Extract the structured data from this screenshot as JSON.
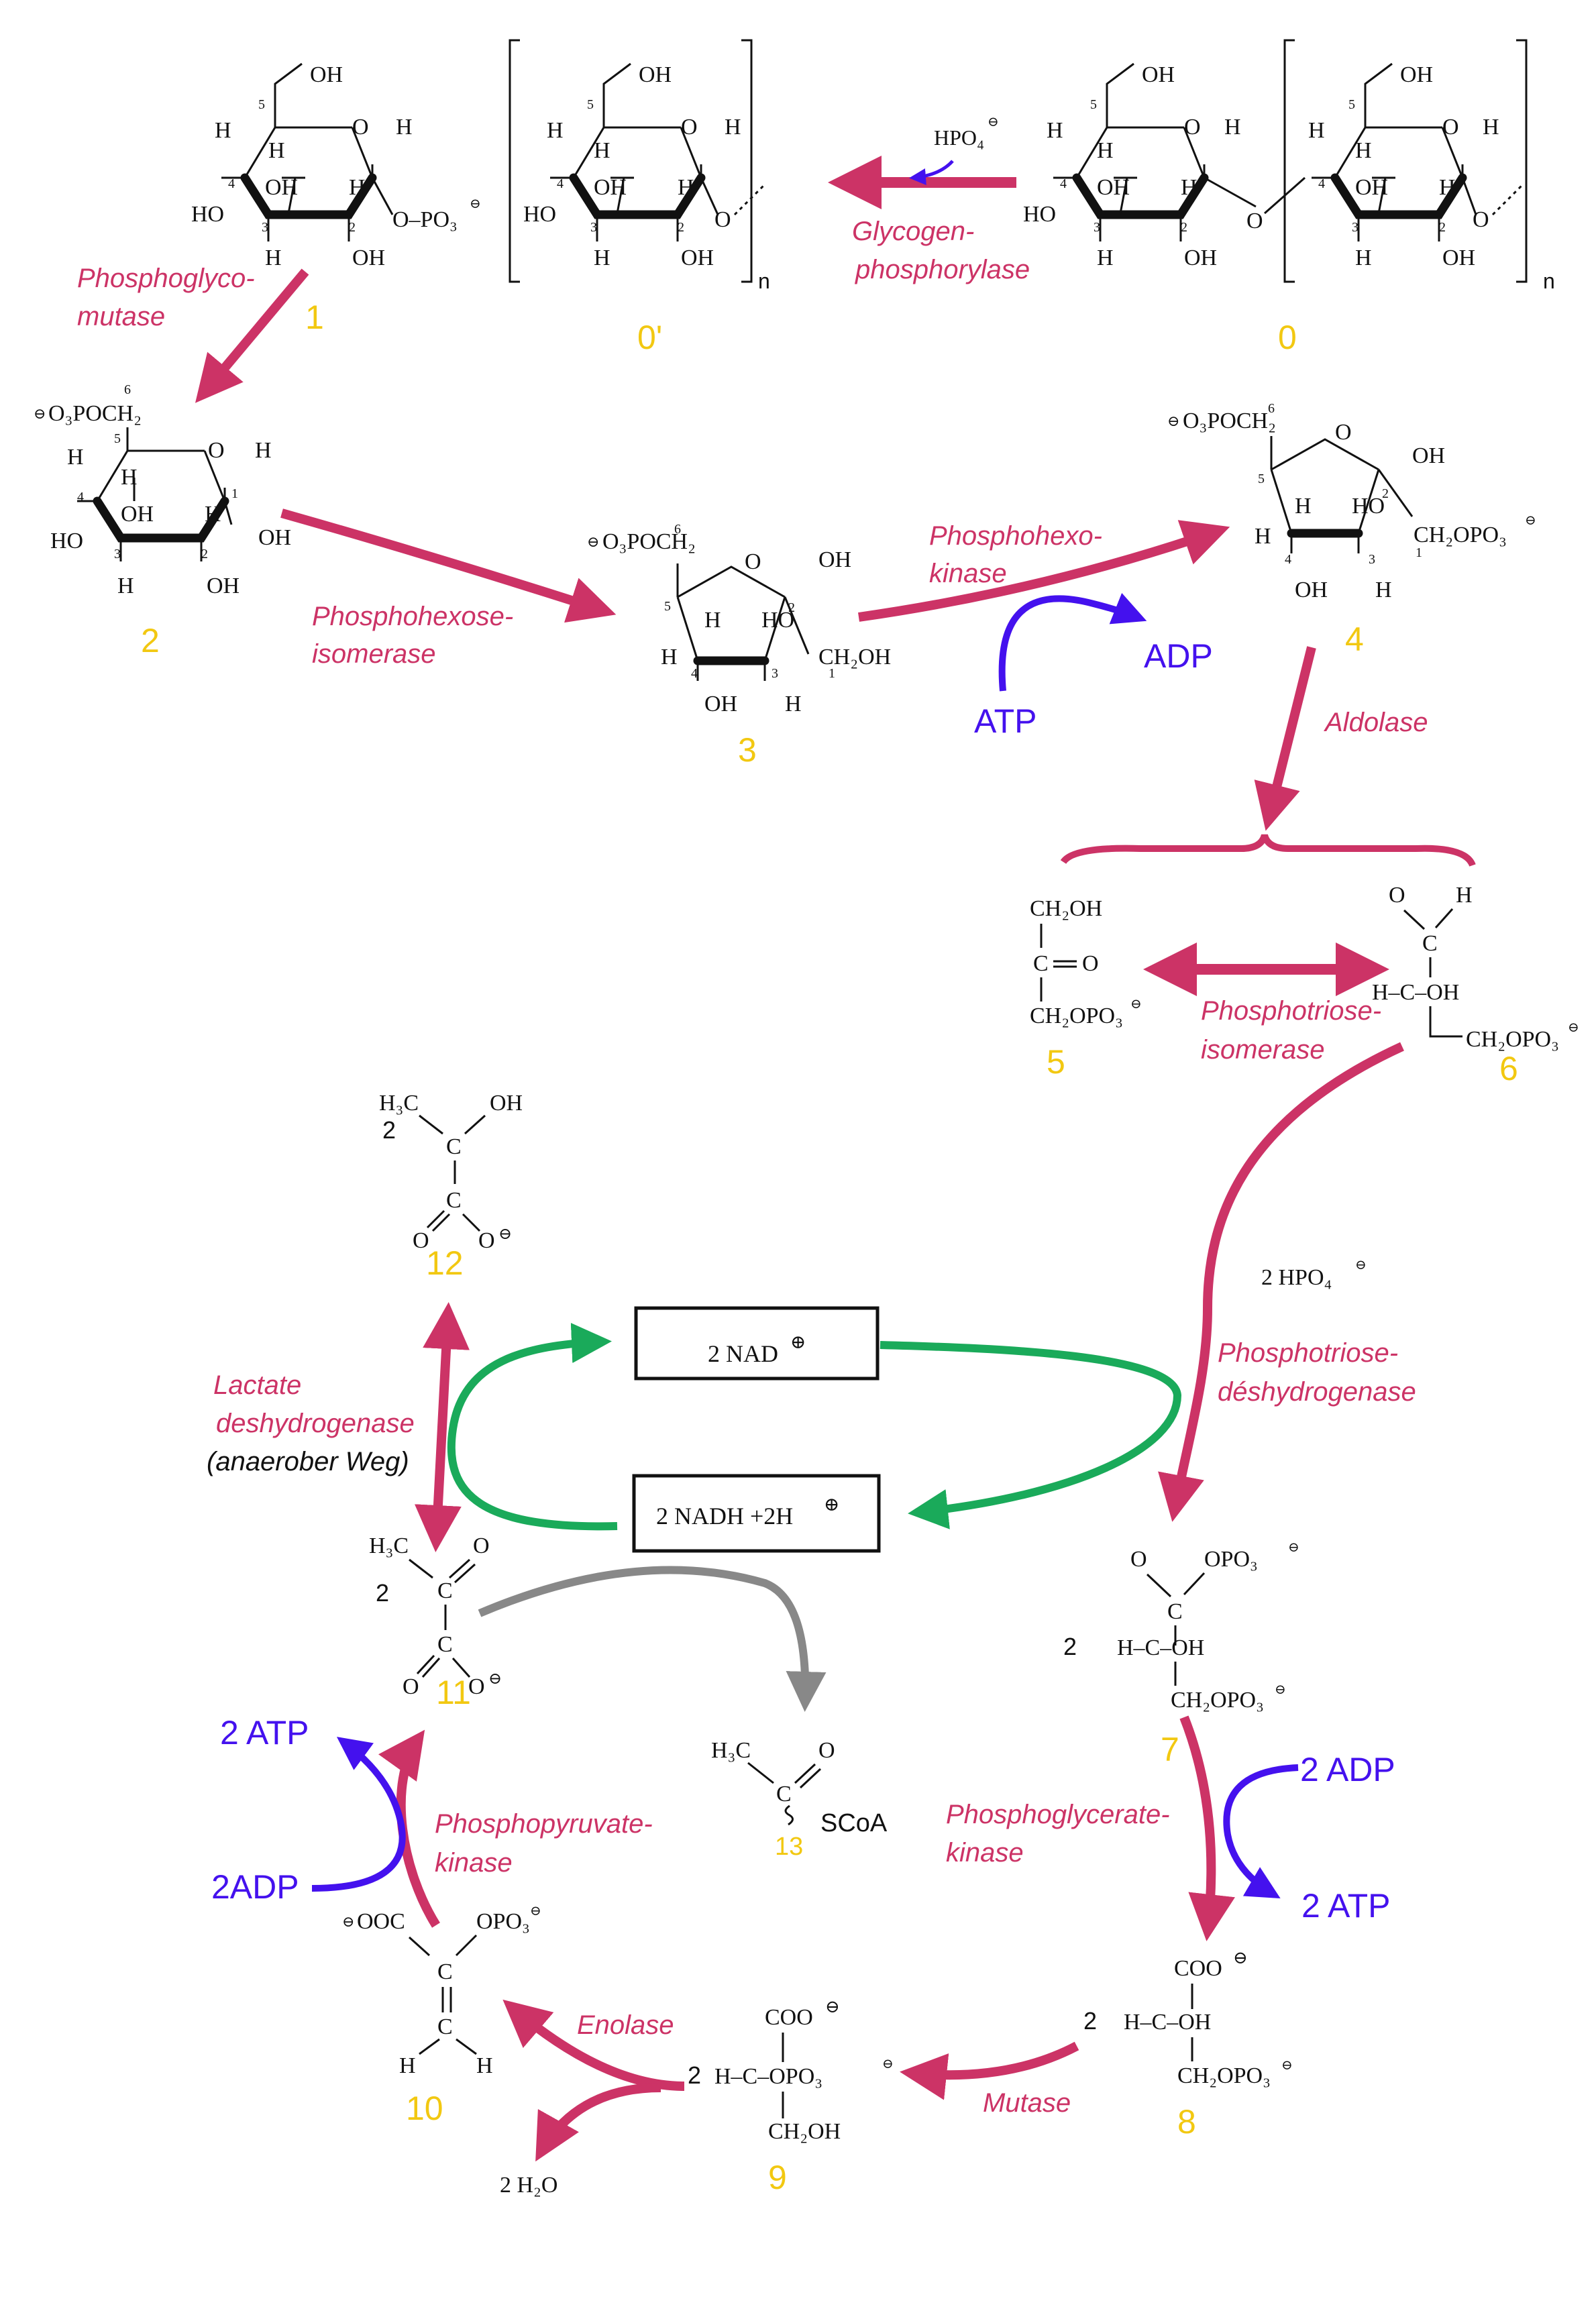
{
  "colors": {
    "enzyme": "#cc3366",
    "number": "#f2c811",
    "energy": "#4411ee",
    "nad": "#1aaa5a",
    "side": "#888888",
    "ink": "#111111"
  },
  "compounds": {
    "c1": {
      "number": "1",
      "oh6": "OH",
      "po3": "O–PO₃"
    },
    "c0p": {
      "number": "0'",
      "n": "n"
    },
    "c0": {
      "number": "0",
      "n": "n"
    },
    "c2": {
      "number": "2",
      "phos": "O₃POCH₂"
    },
    "c3": {
      "number": "3",
      "phos": "O₃POCH₂",
      "ch2oh": "CH₂OH"
    },
    "c4": {
      "number": "4",
      "phos": "O₃POCH₂",
      "ch2opo3": "CH₂OPO₃"
    },
    "c5": {
      "number": "5",
      "l1": "CH₂OH",
      "l2": "C",
      "l2b": "O",
      "l3": "CH₂OPO₃"
    },
    "c6": {
      "number": "6",
      "o": "O",
      "h": "H",
      "c1": "C",
      "hc": "H–C–OH",
      "l3": "CH₂OPO₃"
    },
    "c7": {
      "number": "7",
      "coeff": "2",
      "o": "O",
      "opo3": "OPO₃",
      "c1": "C",
      "hc": "H–C–OH",
      "l3": "CH₂OPO₃"
    },
    "c8": {
      "number": "8",
      "coeff": "2",
      "coo": "COO",
      "hc": "H–C–OH",
      "l3": "CH₂OPO₃"
    },
    "c9": {
      "number": "9",
      "coeff": "2",
      "coo": "COO",
      "hc": "H–C–OPO₃",
      "l3": "CH₂OH"
    },
    "c10": {
      "number": "10",
      "ooc": "OOC",
      "opo3": "OPO₃",
      "c": "C",
      "ch": "C",
      "h1": "H",
      "h2": "H"
    },
    "c11": {
      "number": "11",
      "coeff": "2",
      "h3c": "H₃C",
      "o1": "O",
      "c1": "C",
      "c2": "C",
      "o2": "O",
      "o3": "O"
    },
    "c12": {
      "number": "12",
      "coeff": "2",
      "h3c": "H₃C",
      "oh": "OH",
      "c1": "C",
      "c2": "C",
      "o2": "O",
      "o3": "O"
    },
    "c13": {
      "number": "13",
      "h3c": "H₃C",
      "c": "C",
      "o": "O",
      "scoa": "SCoA"
    }
  },
  "ring_labels": {
    "oh": "OH",
    "h": "H",
    "o": "O",
    "ho": "HO",
    "n1": "1",
    "n2": "2",
    "n3": "3",
    "n4": "4",
    "n5": "5",
    "n6": "6"
  },
  "enzymes": {
    "glycogen_phosphorylase": [
      "Glycogen-",
      "phosphorylase"
    ],
    "phosphoglycomutase": [
      "Phosphoglyco-",
      "mutase"
    ],
    "phosphohexose_isomerase": [
      "Phosphohexose-",
      "isomerase"
    ],
    "phosphohexokinase": [
      "Phosphohexo-",
      "kinase"
    ],
    "aldolase": "Aldolase",
    "phosphotriose_isomerase": [
      "Phosphotriose-",
      "isomerase"
    ],
    "phosphotriose_dehydrogenase": [
      "Phosphotriose-",
      "déshydrogenase"
    ],
    "lactate_dehydrogenase": [
      "Lactate",
      "deshydrogenase"
    ],
    "anaerobic": "(anaerober Weg)",
    "phosphoglycerate_kinase": [
      "Phosphoglycerate-",
      "kinase"
    ],
    "phosphopyruvate_kinase": [
      "Phosphopyruvate-",
      "kinase"
    ],
    "enolase": "Enolase",
    "mutase": "Mutase"
  },
  "cofactors": {
    "hpo4_top": "HPO₄",
    "hpo4_mid": "2 HPO₄",
    "atp_top": "ATP",
    "adp_top": "ADP",
    "nad": "2  NAD",
    "nadh": "2 NADH  +2H",
    "adp_right": "2 ADP",
    "atp_right": "2 ATP",
    "atp_left": "2 ATP",
    "adp_left": "2ADP",
    "water": "2 H₂O"
  }
}
